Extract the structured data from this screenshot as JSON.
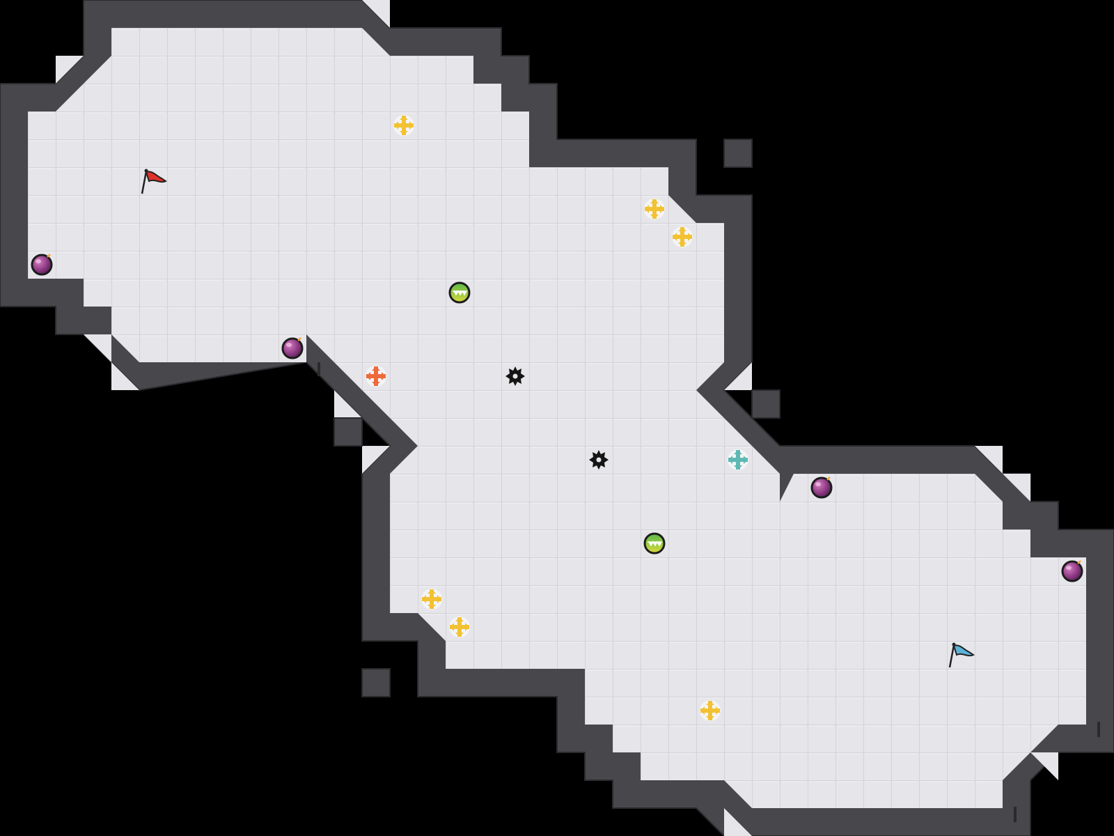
{
  "game": {
    "title": "",
    "grid": {
      "cols": 40,
      "rows": 30,
      "cell": 40
    },
    "colors": {
      "background": "#000000",
      "wall": "#48484c",
      "wall_edge": "#2a2a2d",
      "floor": "#e6e6ea",
      "floor_line": "#d2d2d8",
      "red_team": "#e0312b",
      "blue_team": "#5bb2d6",
      "powerup_yellow": "#f2c233",
      "powerup_orange": "#ee6a3a",
      "powerup_teal": "#5fb9b3",
      "bomb": "#9b3f8a",
      "speed_pad": "#6bbf4a"
    },
    "legend": {
      "red_flag": "red-flag-icon",
      "blue_flag": "blue-flag-icon",
      "bomb": "bomb-icon",
      "boost": "boost-pad-icon",
      "powerup": "powerup-icon",
      "spike": "spike-icon",
      "gate": "gate-marker"
    }
  }
}
